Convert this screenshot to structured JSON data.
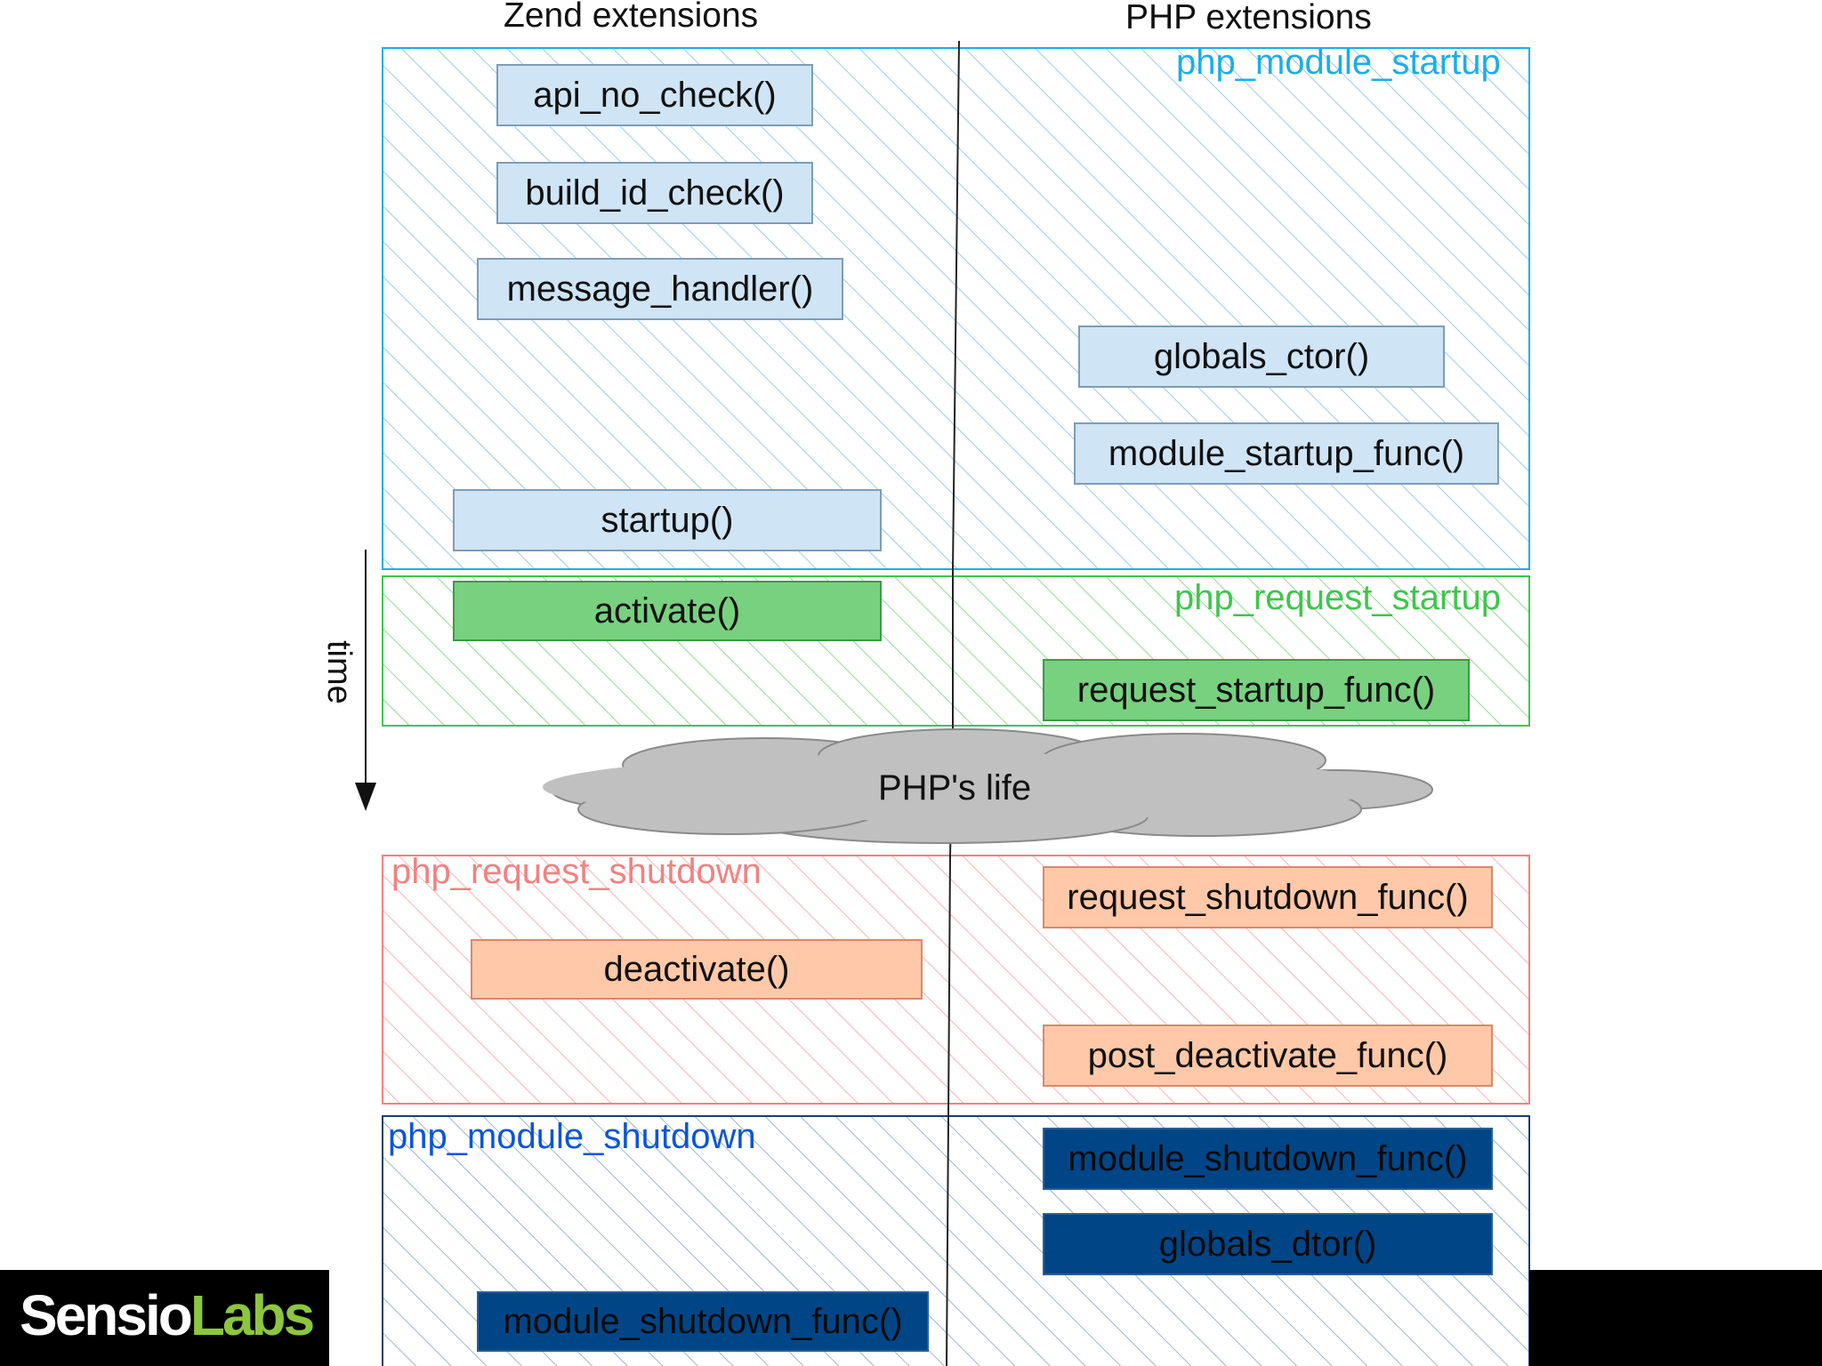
{
  "columns": {
    "zend": "Zend extensions",
    "php": "PHP extensions"
  },
  "axis": {
    "time_label": "time"
  },
  "cloud": {
    "label": "PHP's life"
  },
  "phases": {
    "module_startup": {
      "label": "php_module_startup",
      "color": "#1aaee8",
      "hatch_color": "#9ccbea",
      "zend": [
        "api_no_check()",
        "build_id_check()",
        "message_handler()",
        "startup()"
      ],
      "php": [
        "globals_ctor()",
        "module_startup_func()"
      ]
    },
    "request_startup": {
      "label": "php_request_startup",
      "color": "#3ec64b",
      "hatch_color": "#8fdc94",
      "zend": [
        "activate()"
      ],
      "php": [
        "request_startup_func()"
      ]
    },
    "request_shutdown": {
      "label": "php_request_shutdown",
      "color": "#f08282",
      "hatch_color": "#f5b4b4",
      "zend": [
        "deactivate()"
      ],
      "php": [
        "request_shutdown_func()",
        "post_deactivate_func()"
      ]
    },
    "module_shutdown": {
      "label": "php_module_shutdown",
      "color": "#0a55d8",
      "hatch_color": "#9fb7cf",
      "border_color": "#1b3f6e",
      "zend": [
        "module_shutdown_func()"
      ],
      "php": [
        "module_shutdown_func()",
        "globals_dtor()"
      ]
    }
  },
  "logo": {
    "part1": "Sensio",
    "part2": "Labs"
  }
}
